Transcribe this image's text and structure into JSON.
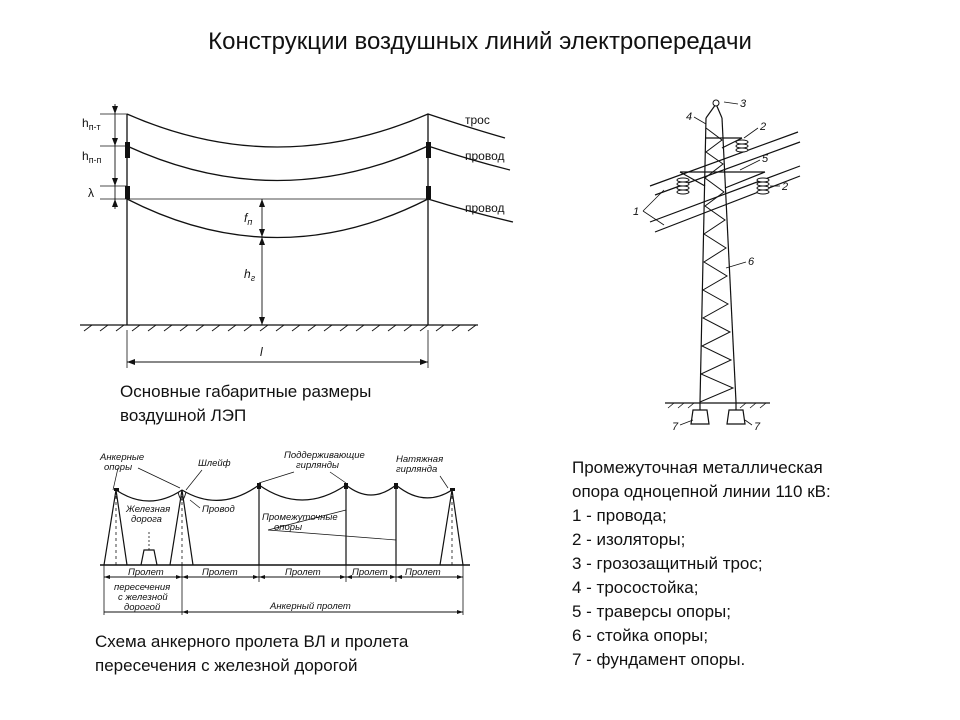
{
  "title": "Конструкции воздушных линий электропередачи",
  "dims_diagram": {
    "labels": {
      "tros": "трос",
      "wire_upper": "провод",
      "wire_lower": "провод",
      "h_pt": "h",
      "h_pt_sub": "п-т",
      "h_pp": "h",
      "h_pp_sub": "п-п",
      "lambda": "λ",
      "f": "f",
      "f_sub": "п",
      "h_g": "h",
      "h_g_sub": "г",
      "span": "l"
    },
    "caption_line1": "Основные габаритные размеры",
    "caption_line2": "воздушной ЛЭП"
  },
  "tower_diagram": {
    "callouts": [
      "1",
      "2",
      "2",
      "3",
      "4",
      "5",
      "6",
      "7",
      "7"
    ],
    "caption_lines": [
      "Промежуточная металлическая",
      "опора одноцепной линии 110 кВ:",
      "1 - провода;",
      "2 - изоляторы;",
      "3 - грозозащитный трос;",
      "4 - тросостойка;",
      "5 - траверсы опоры;",
      "6 - стойка опоры;",
      "7 - фундамент опоры."
    ]
  },
  "anchor_diagram": {
    "labels": {
      "anchor_supports_1": "Анкерные",
      "anchor_supports_2": "опоры",
      "loop": "Шлейф",
      "support_strings_1": "Поддерживающие",
      "support_strings_2": "гирлянды",
      "tension_strings_1": "Натяжная",
      "tension_strings_2": "гирлянда",
      "railway_1": "Железная",
      "railway_2": "дорога",
      "wire": "Провод",
      "intermediate_1": "Промежуточные",
      "intermediate_2": "опоры",
      "span_cross": "Пролет",
      "span_2": "Пролет",
      "span_3": "Пролет",
      "span_4": "Пролет",
      "span_5": "Пролет",
      "crossing_1": "пересечения",
      "crossing_2": "с железной",
      "crossing_3": "дорогой",
      "anchor_span": "Анкерный пролет"
    },
    "caption_line1": "Схема анкерного пролета ВЛ и пролета",
    "caption_line2": "пересечения с железной дорогой"
  }
}
